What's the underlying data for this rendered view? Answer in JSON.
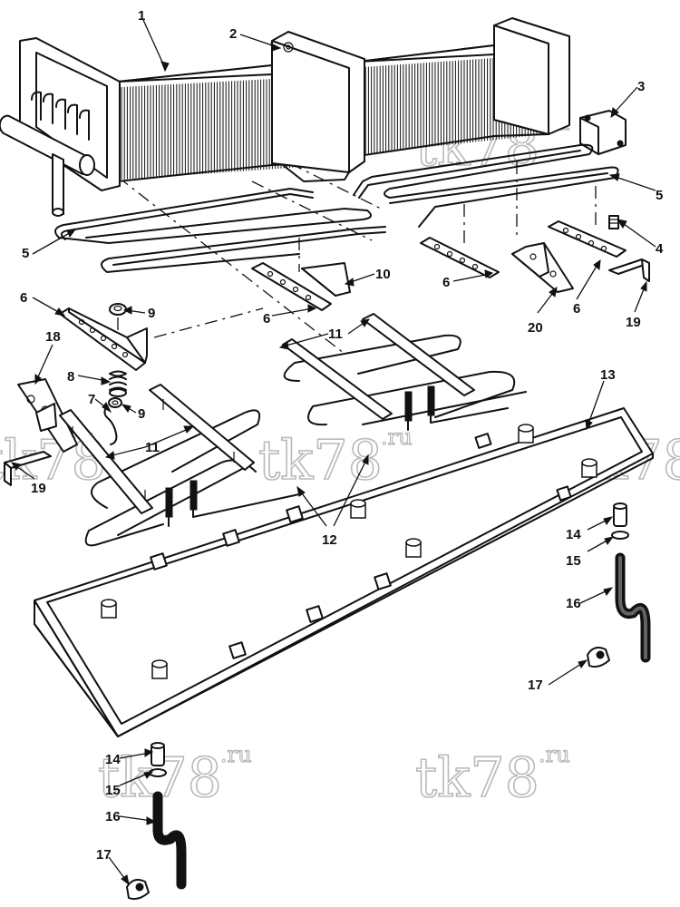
{
  "callouts": {
    "c1": "1",
    "c2": "2",
    "c3": "3",
    "c4": "4",
    "c5a": "5",
    "c5b": "5",
    "c6a": "6",
    "c6b": "6",
    "c6c": "6",
    "c6d": "6",
    "c7": "7",
    "c8": "8",
    "c9a": "9",
    "c9b": "9",
    "c10": "10",
    "c11a": "11",
    "c11b": "11",
    "c12": "12",
    "c13": "13",
    "c14a": "14",
    "c14b": "14",
    "c15a": "15",
    "c15b": "15",
    "c16a": "16",
    "c16b": "16",
    "c17a": "17",
    "c17b": "17",
    "c18": "18",
    "c19a": "19",
    "c19b": "19",
    "c20": "20"
  },
  "watermark": {
    "text": "tk78",
    "suffix": ".ru"
  }
}
